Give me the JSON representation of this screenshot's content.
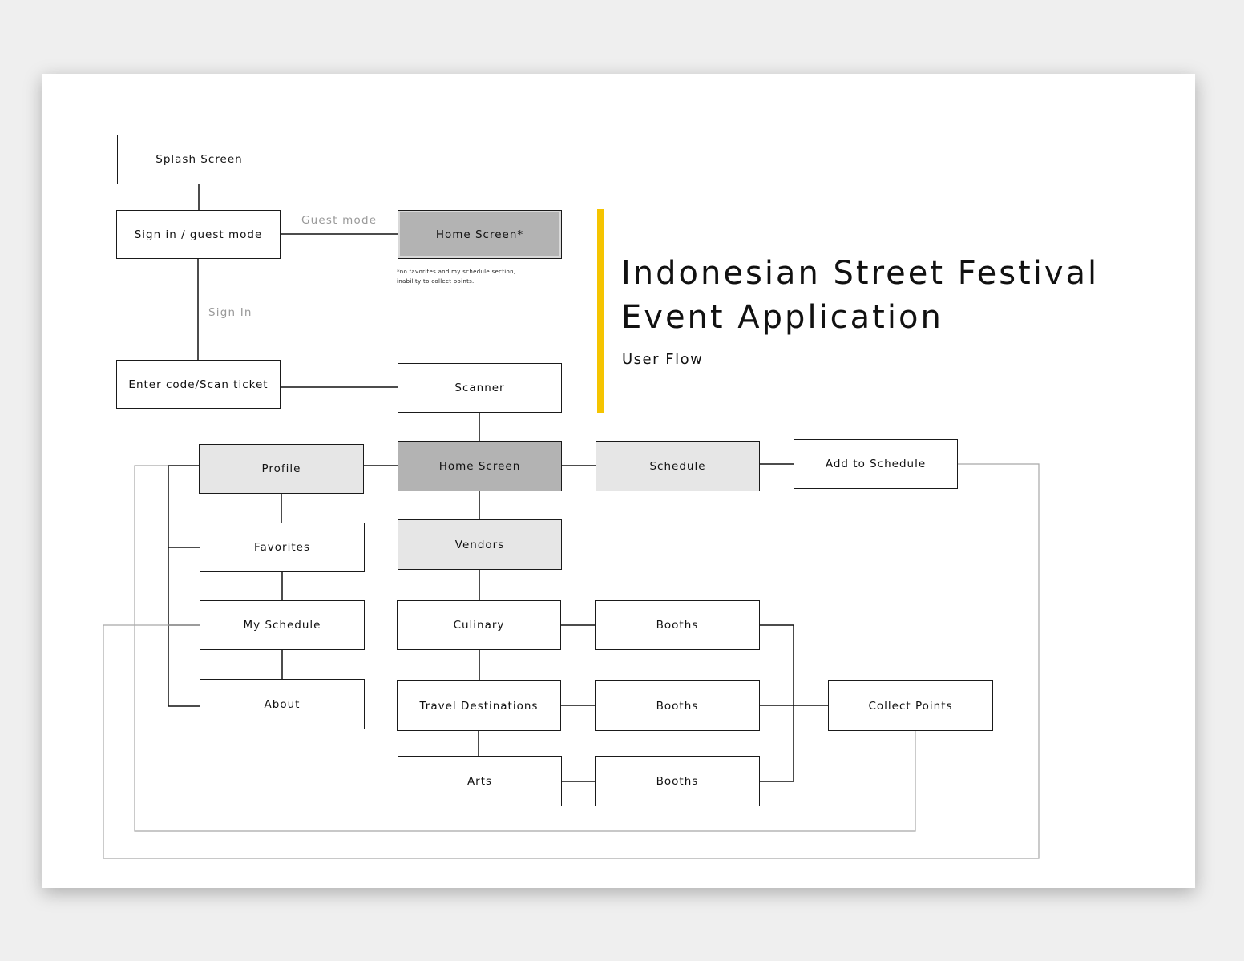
{
  "title": {
    "line1": "Indonesian Street Festival",
    "line2": "Event Application",
    "subtitle": "User Flow",
    "accent_color": "#f5c400"
  },
  "nodes": {
    "splash": "Splash Screen",
    "signin": "Sign in / guest mode",
    "home_guest": "Home Screen*",
    "enter_code": "Enter code/Scan ticket",
    "scanner": "Scanner",
    "home": "Home Screen",
    "profile": "Profile",
    "schedule": "Schedule",
    "add_schedule": "Add to Schedule",
    "favorites": "Favorites",
    "vendors": "Vendors",
    "my_schedule": "My Schedule",
    "about": "About",
    "culinary": "Culinary",
    "travel": "Travel Destinations",
    "arts": "Arts",
    "booths_1": "Booths",
    "booths_2": "Booths",
    "booths_3": "Booths",
    "collect_points": "Collect Points"
  },
  "edge_labels": {
    "guest_mode": "Guest mode",
    "sign_in": "Sign In"
  },
  "footnote": "*no favorites and my schedule section,\ninability to collect points.",
  "colors": {
    "node_fill": "#ffffff",
    "node_fill_light": "#e6e6e6",
    "node_fill_dark": "#b3b3b3",
    "connector": "#111111",
    "loop_connector": "#a8a8a8"
  }
}
